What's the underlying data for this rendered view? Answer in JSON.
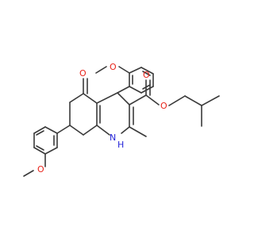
{
  "molecule": {
    "atom_labels": {
      "methoxy_top_o": "O",
      "ketone_o": "O",
      "ester_carbonyl_o": "O",
      "ester_alkoxy_o": "O",
      "methoxy_left_o": "O",
      "ring_n": "N",
      "ring_nh": "H"
    },
    "colors": {
      "bond": "#3a3a3a",
      "oxygen": "#e8231a",
      "nitrogen": "#2626d9",
      "background": "#ffffff"
    }
  }
}
